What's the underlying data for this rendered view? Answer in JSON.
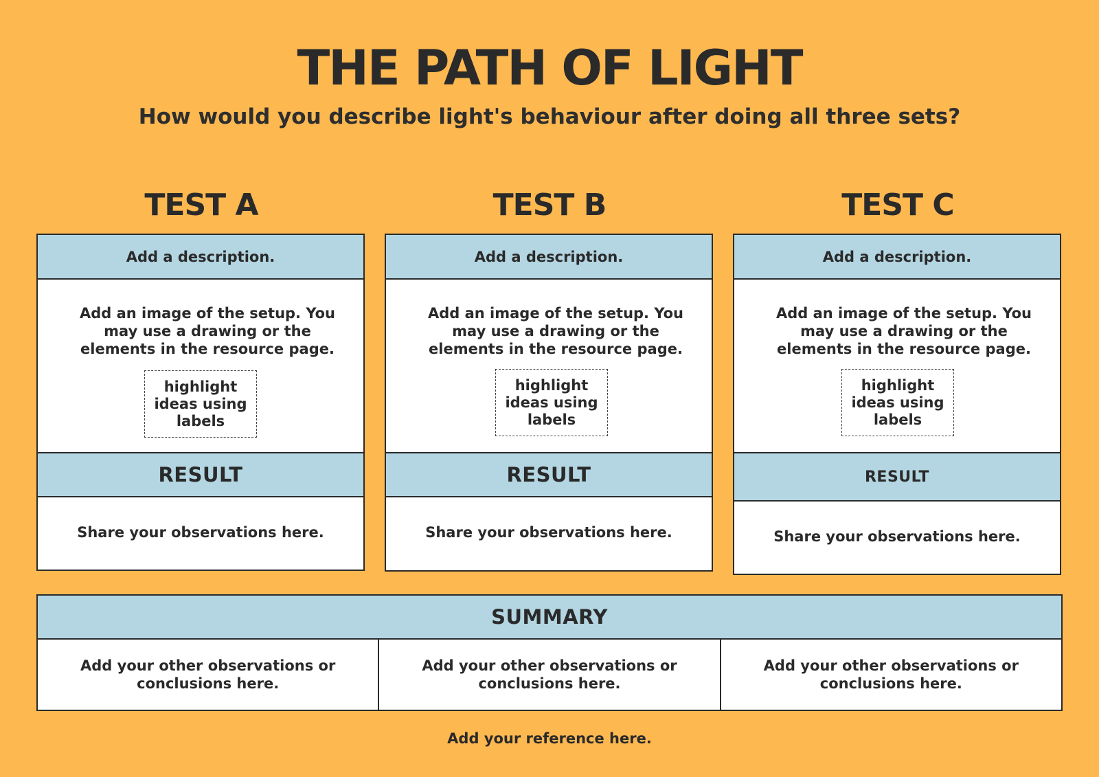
{
  "header": {
    "title": "THE PATH OF LIGHT",
    "subtitle": "How would you describe light's behaviour after doing all three sets?"
  },
  "tests": [
    {
      "heading": "TEST A",
      "description": "Add a description.",
      "setup_text": "Add an image of the setup. You may use a drawing or the elements in the resource page.",
      "label_box": "highlight ideas using labels",
      "result_heading": "RESULT",
      "result_text": "Share your observations here."
    },
    {
      "heading": "TEST B",
      "description": "Add a description.",
      "setup_text": "Add an image of the setup. You may use a drawing or the elements in the resource page.",
      "label_box": "highlight ideas using labels",
      "result_heading": "RESULT",
      "result_text": "Share your observations here."
    },
    {
      "heading": "TEST C",
      "description": "Add a description.",
      "setup_text": "Add an image of the setup. You may use a drawing or the elements in the resource page.",
      "label_box": "highlight ideas using labels",
      "result_heading": "RESULT",
      "result_text": "Share your observations here."
    }
  ],
  "summary": {
    "heading": "SUMMARY",
    "cells": [
      "Add your other observations or conclusions here.",
      "Add your other observations or conclusions here.",
      "Add your other observations or conclusions here."
    ]
  },
  "footer": {
    "reference": "Add your reference here."
  },
  "colors": {
    "background": "#fdb850",
    "header_cell": "#b3d6e2",
    "text": "#2a2a2a"
  }
}
